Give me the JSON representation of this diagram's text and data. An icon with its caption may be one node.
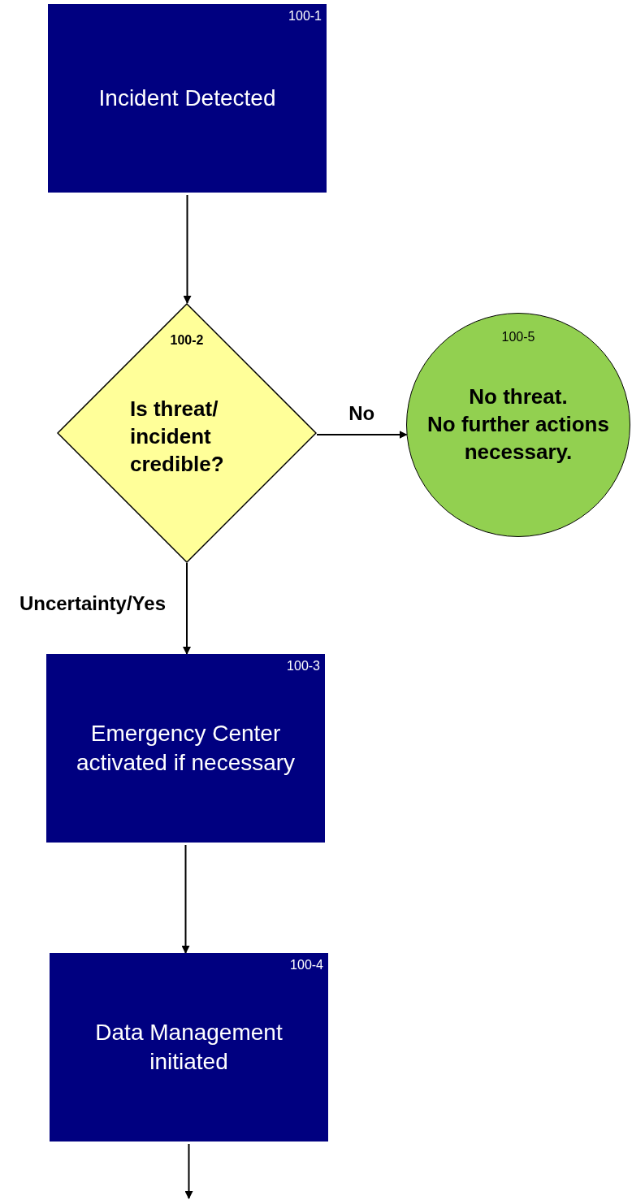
{
  "diagram": {
    "nodes": [
      {
        "text": [
          "100-1",
          "Incident Detected"
        ]
      },
      {
        "text": [
          "100-2",
          "Is threat/ incident credible?"
        ]
      },
      {
        "text": [
          "100-5",
          "No threat.",
          "No further actions necessary."
        ]
      },
      {
        "text": [
          "100-3",
          "Emergency Center activated if necessary"
        ]
      },
      {
        "text": [
          "100-4",
          "Data Management initiated"
        ]
      }
    ],
    "edges": [
      {
        "from": 0,
        "to": 1,
        "arrow": "to"
      },
      {
        "from": 1,
        "to": 2,
        "arrow": "to",
        "label": "No"
      },
      {
        "from": 1,
        "to": 3,
        "arrow": "to",
        "label": "Uncertainty/Yes"
      },
      {
        "from": 3,
        "to": 4,
        "arrow": "to"
      },
      {
        "from": 4,
        "to": null,
        "arrow": "to"
      }
    ]
  }
}
